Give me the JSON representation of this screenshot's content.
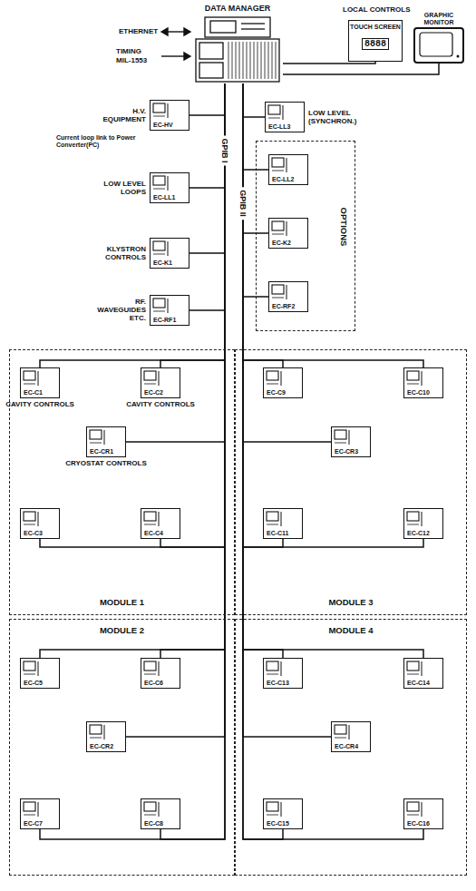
{
  "diagram": {
    "nodes": [
      {
        "text": [
          "DATA MANAGER"
        ]
      },
      {
        "text": [
          "TOUCH SCREEN"
        ]
      },
      {
        "text": [
          "GRAPHIC MONITOR"
        ]
      },
      {
        "text": [
          "H.V. EQUIPMENT",
          "EC-HV"
        ]
      },
      {
        "text": [
          "LOW LEVEL LOOPS",
          "EC-LL1"
        ]
      },
      {
        "text": [
          "KLYSTRON CONTROLS",
          "EC-K1"
        ]
      },
      {
        "text": [
          "RF. WAVEGUIDES ETC.",
          "EC-RF1"
        ]
      },
      {
        "text": [
          "LOW LEVEL (SYNCHRON.)",
          "EC-LL3"
        ]
      },
      {
        "text": [
          "OPTIONS"
        ]
      },
      {
        "text": [
          "EC-LL2"
        ],
        "in": 8
      },
      {
        "text": [
          "EC-K2"
        ],
        "in": 8
      },
      {
        "text": [
          "EC-RF2"
        ],
        "in": 8
      },
      {
        "text": [
          "MODULE 1"
        ]
      },
      {
        "text": [
          "CAVITY CONTROLS",
          "EC-C1"
        ],
        "in": 12
      },
      {
        "text": [
          "CAVITY CONTROLS",
          "EC-C2"
        ],
        "in": 12
      },
      {
        "text": [
          "CRYOSTAT CONTROLS",
          "EC-CR1"
        ],
        "in": 12
      },
      {
        "text": [
          "EC-C3"
        ],
        "in": 12
      },
      {
        "text": [
          "EC-C4"
        ],
        "in": 12
      },
      {
        "text": [
          "MODULE 3"
        ]
      },
      {
        "text": [
          "EC-C9"
        ],
        "in": 18
      },
      {
        "text": [
          "EC-C10"
        ],
        "in": 18
      },
      {
        "text": [
          "EC-CR3"
        ],
        "in": 18
      },
      {
        "text": [
          "EC-C11"
        ],
        "in": 18
      },
      {
        "text": [
          "EC-C12"
        ],
        "in": 18
      },
      {
        "text": [
          "MODULE 2"
        ]
      },
      {
        "text": [
          "EC-C5"
        ],
        "in": 24
      },
      {
        "text": [
          "EC-C6"
        ],
        "in": 24
      },
      {
        "text": [
          "EC-CR2"
        ],
        "in": 24
      },
      {
        "text": [
          "EC-C7"
        ],
        "in": 24
      },
      {
        "text": [
          "EC-C8"
        ],
        "in": 24
      },
      {
        "text": [
          "MODULE 4"
        ]
      },
      {
        "text": [
          "EC-C13"
        ],
        "in": 30
      },
      {
        "text": [
          "EC-C14"
        ],
        "in": 30
      },
      {
        "text": [
          "EC-CR4"
        ],
        "in": 30
      },
      {
        "text": [
          "EC-C15"
        ],
        "in": 30
      },
      {
        "text": [
          "EC-C16"
        ],
        "in": 30
      }
    ],
    "edges": [
      {
        "from": 0,
        "to": 1,
        "arrow": "none"
      },
      {
        "from": 0,
        "to": 2,
        "arrow": "none"
      },
      {
        "from": 0,
        "to": 3,
        "arrow": "none"
      },
      {
        "from": 0,
        "to": 4,
        "arrow": "none"
      },
      {
        "from": 0,
        "to": 5,
        "arrow": "none"
      },
      {
        "from": 0,
        "to": 6,
        "arrow": "none"
      },
      {
        "from": 0,
        "to": 7,
        "arrow": "none"
      },
      {
        "from": 0,
        "to": 9,
        "arrow": "none"
      },
      {
        "from": 0,
        "to": 10,
        "arrow": "none"
      },
      {
        "from": 0,
        "to": 11,
        "arrow": "none"
      },
      {
        "from": 0,
        "to": 13,
        "arrow": "none"
      },
      {
        "from": 0,
        "to": 14,
        "arrow": "none"
      },
      {
        "from": 0,
        "to": 15,
        "arrow": "none"
      },
      {
        "from": 0,
        "to": 16,
        "arrow": "none"
      },
      {
        "from": 0,
        "to": 17,
        "arrow": "none"
      },
      {
        "from": 0,
        "to": 19,
        "arrow": "none"
      },
      {
        "from": 0,
        "to": 20,
        "arrow": "none"
      },
      {
        "from": 0,
        "to": 21,
        "arrow": "none"
      },
      {
        "from": 0,
        "to": 22,
        "arrow": "none"
      },
      {
        "from": 0,
        "to": 23,
        "arrow": "none"
      },
      {
        "from": 0,
        "to": 25,
        "arrow": "none"
      },
      {
        "from": 0,
        "to": 26,
        "arrow": "none"
      },
      {
        "from": 0,
        "to": 27,
        "arrow": "none"
      },
      {
        "from": 0,
        "to": 28,
        "arrow": "none"
      },
      {
        "from": 0,
        "to": 29,
        "arrow": "none"
      },
      {
        "from": 0,
        "to": 31,
        "arrow": "none"
      },
      {
        "from": 0,
        "to": 32,
        "arrow": "none"
      },
      {
        "from": 0,
        "to": 33,
        "arrow": "none"
      },
      {
        "from": 0,
        "to": 34,
        "arrow": "none"
      },
      {
        "from": 0,
        "to": 35,
        "arrow": "none"
      }
    ],
    "labels": [
      "LOCAL CONTROLS",
      "8888",
      "ETHERNET",
      "TIMING MIL-1553",
      "Current loop link to Power Converter(PC)",
      "GPIB I",
      "GPIB II"
    ]
  }
}
